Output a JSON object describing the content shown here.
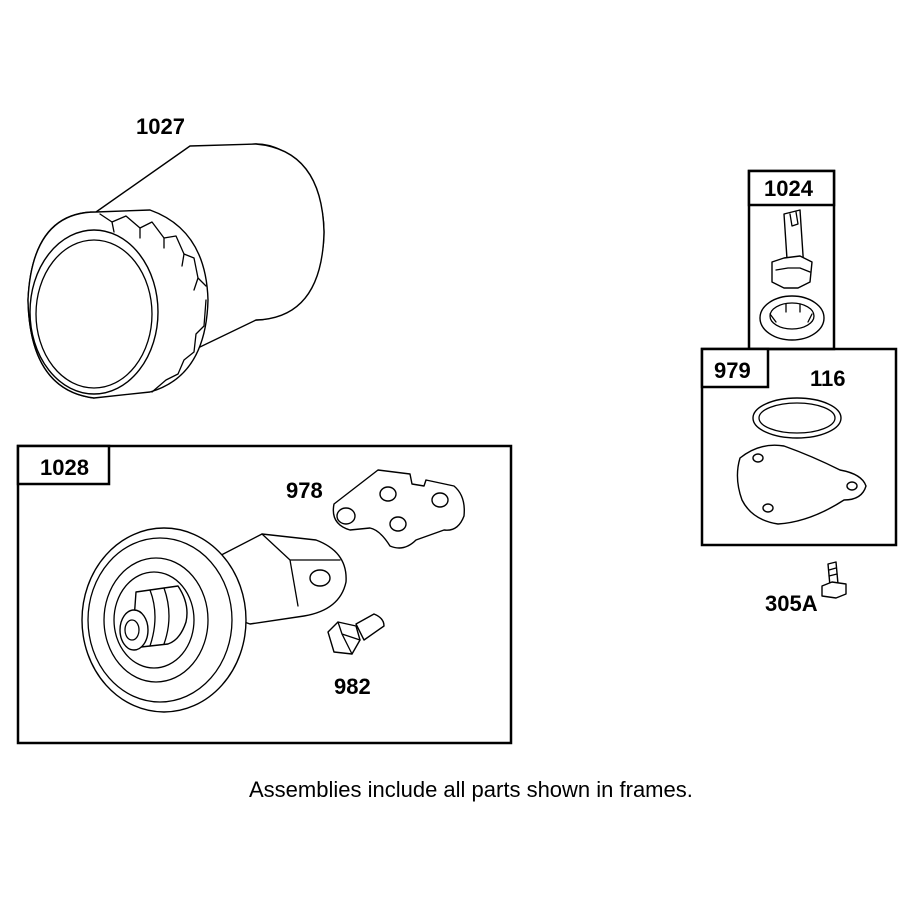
{
  "labels": {
    "oil_filter": "1027",
    "adapter_frame": "1028",
    "bracket": "978",
    "screw": "982",
    "rotor_frame": "1024",
    "pump_cover_frame": "979",
    "o_ring": "116",
    "bolt": "305A"
  },
  "footnote": "Assemblies include all parts shown in frames."
}
